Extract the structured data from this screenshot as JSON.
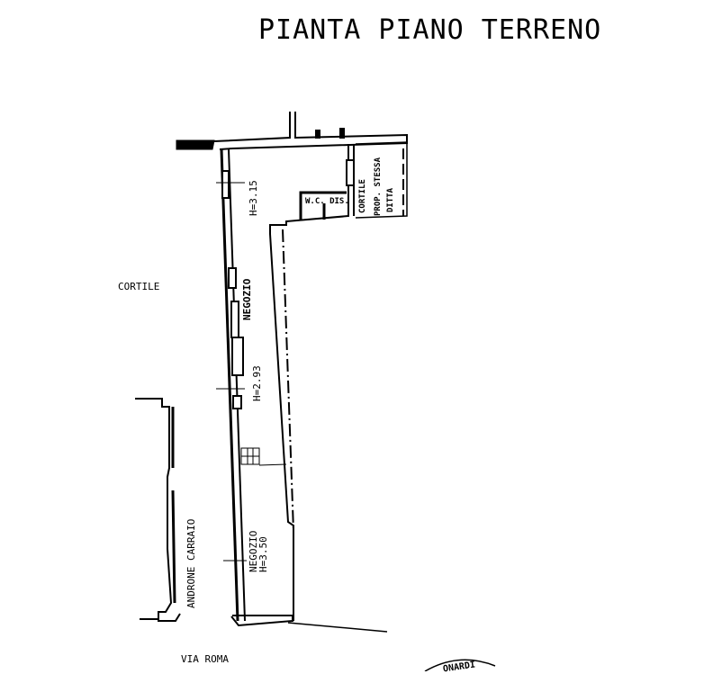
{
  "title": "PIANTA PIANO TERRENO",
  "labels": {
    "cortile": "CORTILE",
    "via_roma": "VIA ROMA",
    "androne": "ANDRONE CARRAIO",
    "negozio_upper": "NEGOZIO",
    "h_315": "H=3.15",
    "h_293": "H=2.93",
    "negozio_lower": "NEGOZIO",
    "h_350": "H=3.50",
    "wc": "W.C. DIS.",
    "cortile_small": "CORTILE",
    "prop_stessa": "PROP. STESSA",
    "ditta": "DITTA",
    "stamp": "ONARDI"
  },
  "colors": {
    "ink": "#000000",
    "paper": "#ffffff"
  }
}
